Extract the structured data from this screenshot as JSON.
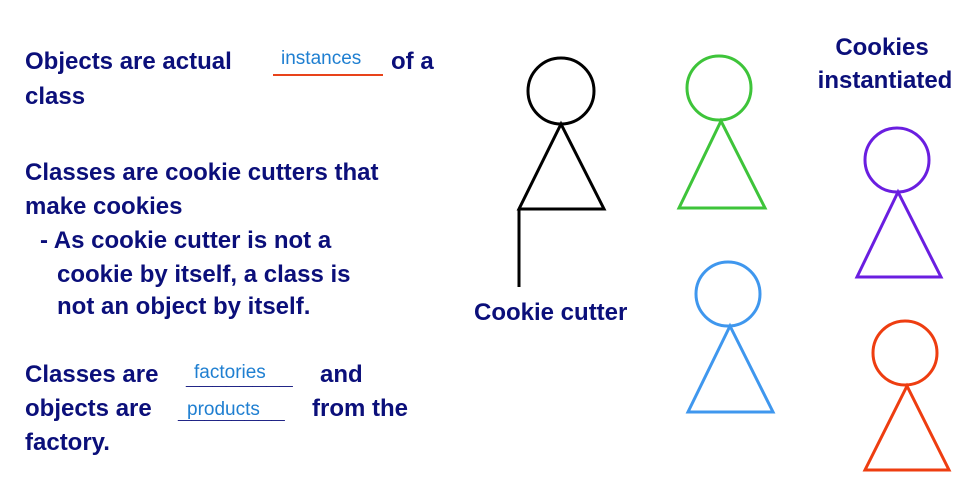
{
  "left_text": {
    "line1_a": "Objects are actual",
    "line1_b": "of a",
    "line1_c": "class",
    "line2_a": "Classes are cookie cutters that",
    "line2_b": "make cookies",
    "bullet_1": "- As cookie cutter is not a",
    "bullet_2": "cookie by itself, a class is",
    "bullet_3": "not an object by itself.",
    "line3_a": "Classes are",
    "line3_b": "and",
    "line4_a": "objects are",
    "line4_b": "from the",
    "line4_c": "factory.",
    "blank_instances": "instances",
    "blank_factories": "factories",
    "blank_products": "products",
    "blank_underscores_1": "________",
    "blank_underscores_2": "________"
  },
  "diagram": {
    "cutter_label": "Cookie cutter",
    "cookies_label_1": "Cookies",
    "cookies_label_2": "instantiated",
    "colors": {
      "text": "#0b0f7a",
      "fill_word": "#1f7fd1",
      "underline_red": "#e8431a",
      "cutter": "#000000",
      "green": "#3ec43a",
      "purple": "#6a1ee0",
      "blue": "#3f97ee",
      "orange": "#ee3d10"
    }
  }
}
